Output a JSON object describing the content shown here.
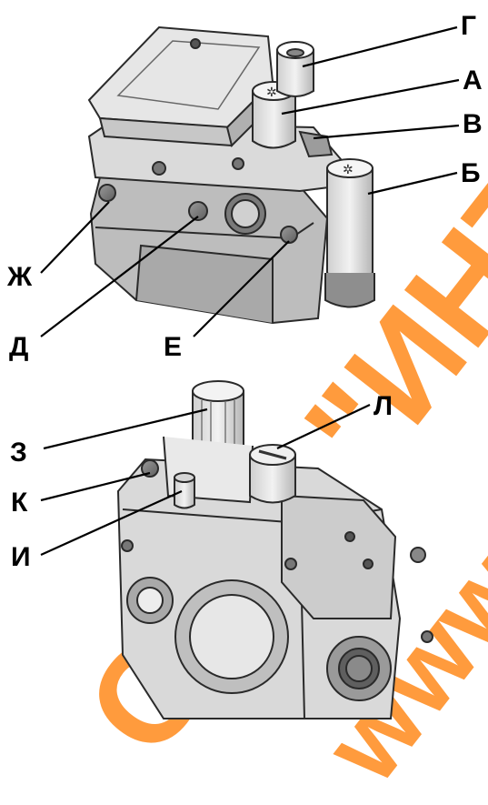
{
  "labels": {
    "G": "Г",
    "A": "А",
    "V": "В",
    "B": "Б",
    "Zh": "Ж",
    "D": "Д",
    "E": "Е",
    "Z": "З",
    "L": "Л",
    "K": "К",
    "I": "И"
  },
  "watermark": {
    "line1": "ООО \"ИНТ",
    "line2": "www.int",
    "color": "#ff8a1c"
  }
}
